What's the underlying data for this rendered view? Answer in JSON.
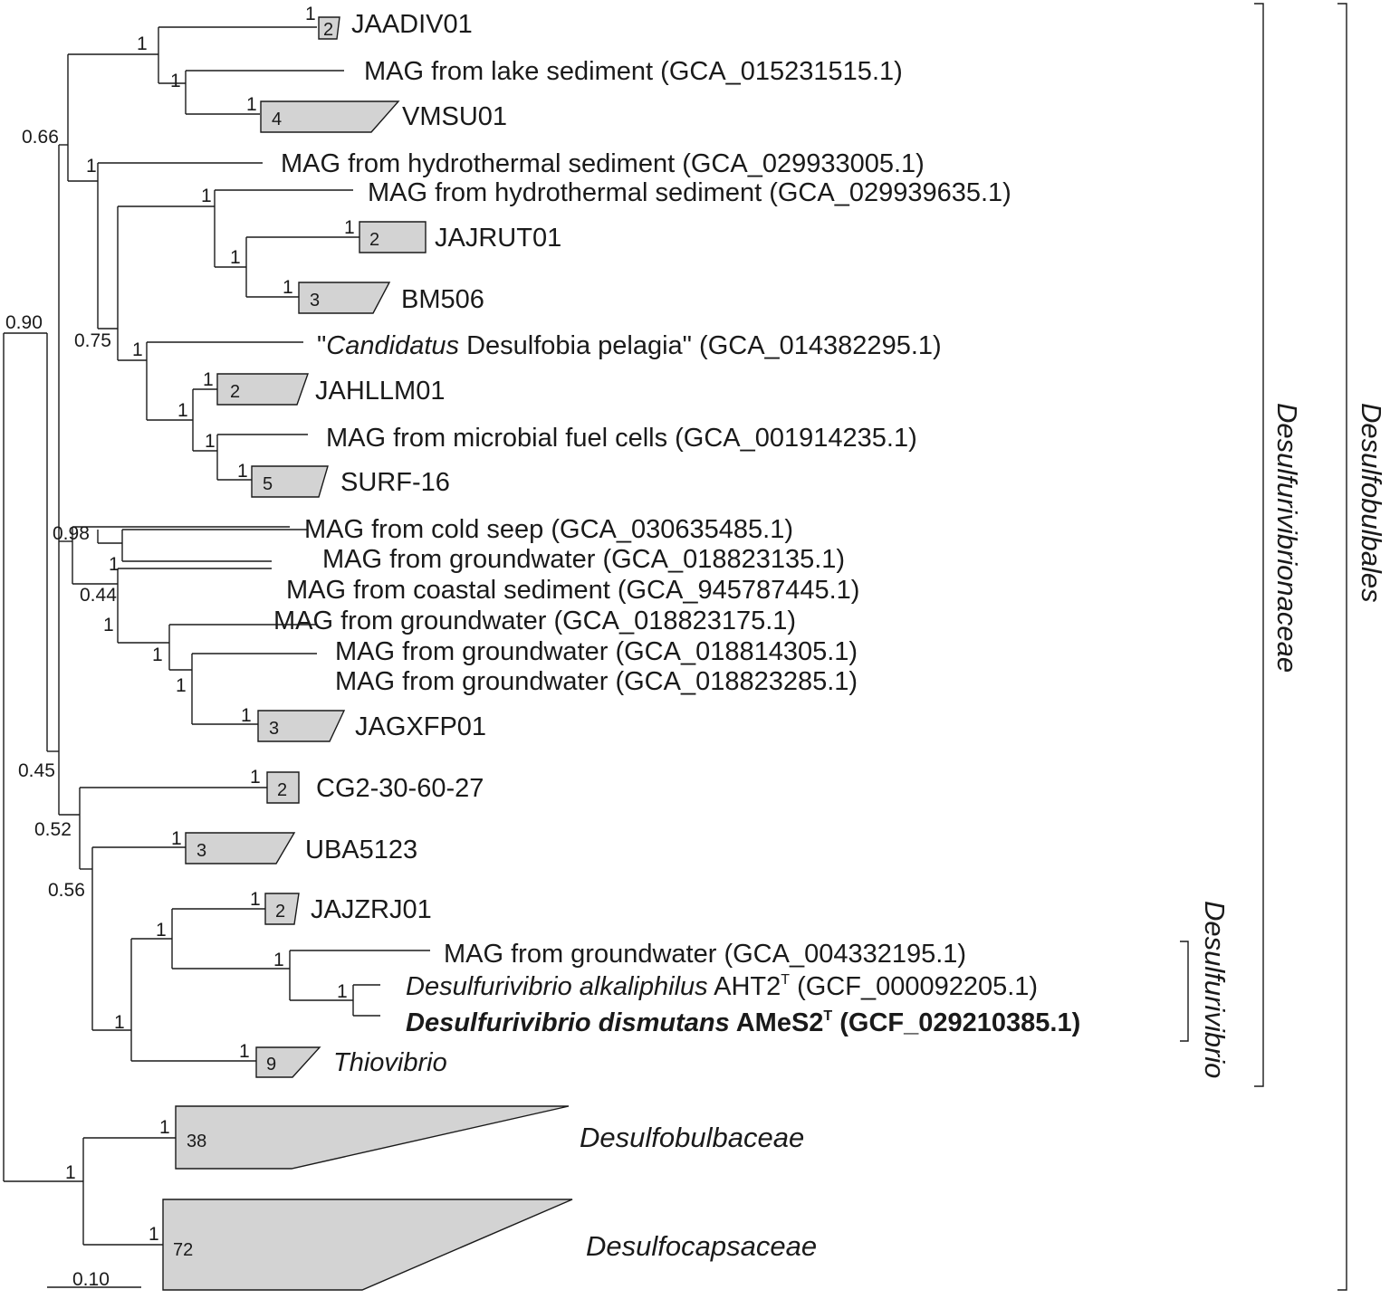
{
  "leaves": {
    "jaadiv01": "JAADIV01",
    "lake": "MAG from lake sediment (GCA_015231515.1)",
    "vmsu01": "VMSU01",
    "hydro1": "MAG from hydrothermal sediment (GCA_029933005.1)",
    "hydro2": "MAG from hydrothermal sediment  (GCA_029939635.1)",
    "jajrut01": "JAJRUT01",
    "bm506": "BM506",
    "cand_quote_open": "\"",
    "cand_italic": "Candidatus",
    "cand_rest": " Desulfobia pelagia\" (GCA_014382295.1)",
    "jahllm01": "JAHLLM01",
    "fuel": "MAG from microbial fuel cells (GCA_001914235.1)",
    "surf16": "SURF-16",
    "coldseep": "MAG from cold seep (GCA_030635485.1)",
    "gw1": "MAG from groundwater (GCA_018823135.1)",
    "coastal": "MAG from coastal sediment (GCA_945787445.1)",
    "gw2": "MAG from groundwater (GCA_018823175.1)",
    "gw3": "MAG from groundwater (GCA_018814305.1)",
    "gw4": "MAG from groundwater (GCA_018823285.1)",
    "jagxfp01": "JAGXFP01",
    "cg2": "CG2-30-60-27",
    "uba5123": "UBA5123",
    "jajzrj01": "JAJZRJ01",
    "gw5": "MAG from groundwater (GCA_004332195.1)",
    "alk_italic": "Desulfurivibrio alkaliphilus",
    "alk_rest": " AHT2",
    "alk_sup": "T",
    "alk_acc": " (GCF_000092205.1)",
    "dis_italic": "Desulfurivibrio dismutans",
    "dis_rest": " AMeS2",
    "dis_sup": "T",
    "dis_acc": " (GCF_029210385.1)",
    "thiovibrio": "Thiovibrio",
    "desulfobulbaceae": "Desulfobulbaceae",
    "desulfocapsaceae": "Desulfocapsaceae"
  },
  "clade_counts": {
    "jaadiv01": "2",
    "vmsu01": "4",
    "jajrut01": "2",
    "bm506": "3",
    "jahllm01": "2",
    "surf16": "5",
    "jagxfp01": "3",
    "cg2": "2",
    "uba5123": "3",
    "jajzrj01": "2",
    "thiovibrio": "9",
    "desulfobulbaceae": "38",
    "desulfocapsaceae": "72"
  },
  "supports": {
    "s_jaadiv": "1",
    "s_top": "1",
    "s_lake_vmsu": "1",
    "s_vmsu": "1",
    "s_066": "0.66",
    "s_hydro": "1",
    "s_hydro2": "1",
    "s_jajrut": "1",
    "s_jaj_bm": "1",
    "s_bm506": "1",
    "s_075": "0.75",
    "s_cand": "1",
    "s_jahllm": "1",
    "s_jah_fuel": "1",
    "s_fuel": "1",
    "s_surf": "1",
    "s_090": "0.90",
    "s_098": "0.98",
    "s_gw1": "1",
    "s_044": "0.44",
    "s_gw2": "1",
    "s_gw3": "1",
    "s_gw4": "1",
    "s_jagxfp": "1",
    "s_045": "0.45",
    "s_cg2": "1",
    "s_052": "0.52",
    "s_uba": "1",
    "s_056": "0.56",
    "s_jajzrj": "1",
    "s_desulfurivibrio": "1",
    "s_gw5": "1",
    "s_alk_dis": "1",
    "s_thio_grp": "1",
    "s_thiovibrio": "1",
    "s_dbulb": "1",
    "s_root_out": "1",
    "s_dcaps": "1"
  },
  "brackets": {
    "genus": "Desulfurivibrio",
    "family": "Desulfurivibrionaceae",
    "order": "Desulfobulbales"
  },
  "scale_bar": "0.10"
}
